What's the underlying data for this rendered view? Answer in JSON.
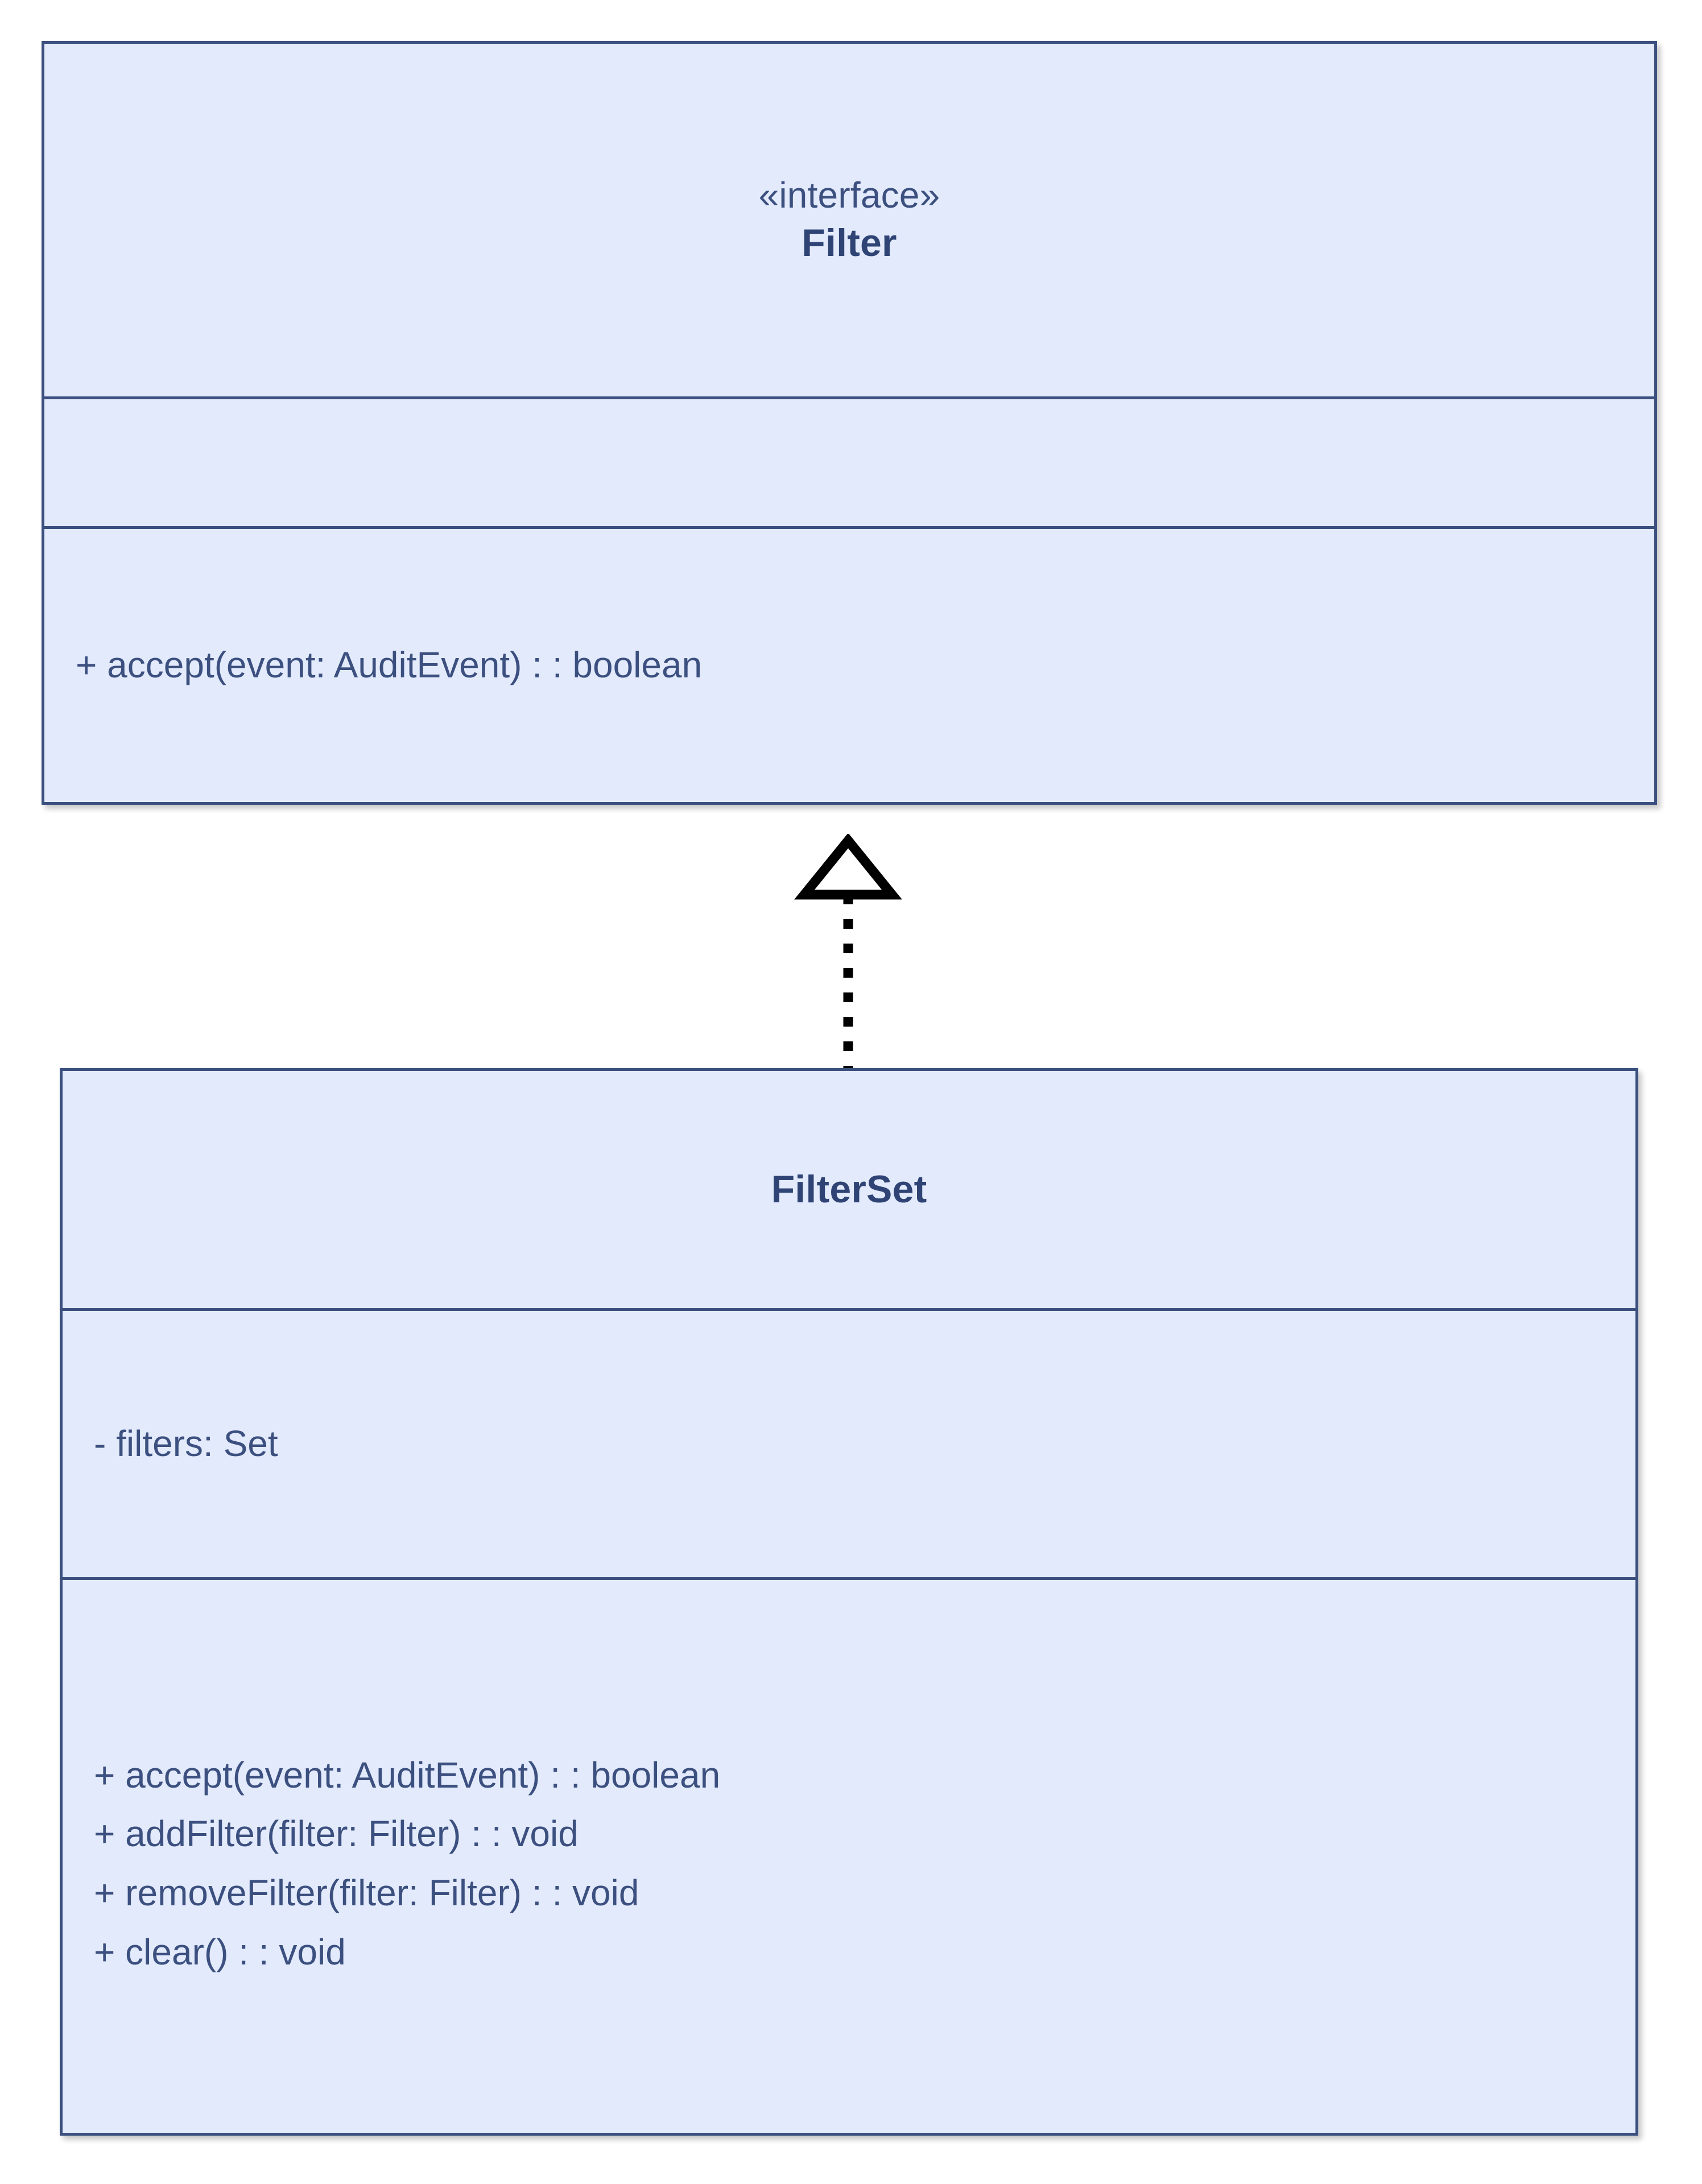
{
  "diagram": {
    "type": "uml-class-diagram",
    "title": "Filter / FilterSet realization",
    "colors": {
      "class_fill": "#e3eafb",
      "class_border": "#3c5080",
      "text": "#3c5080",
      "class_name_text": "#2f4475",
      "connector": "#000000",
      "background": "#ffffff"
    },
    "classes": [
      {
        "id": "filter",
        "stereotype": "«interface»",
        "name": "Filter",
        "attributes": [],
        "operations": [
          "+ accept(event: AuditEvent) : : boolean"
        ]
      },
      {
        "id": "filterset",
        "stereotype": "",
        "name": "FilterSet",
        "attributes": [
          "- filters: Set"
        ],
        "operations": [
          "+ accept(event: AuditEvent) : : boolean",
          "+ addFilter(filter: Filter) : : void",
          "+ removeFilter(filter: Filter) : : void",
          "+ clear() : : void"
        ]
      }
    ],
    "relationships": [
      {
        "kind": "realization",
        "source": "FilterSet",
        "target": "Filter",
        "line_style": "dotted",
        "arrow_head": "hollow-triangle",
        "label": ""
      }
    ]
  }
}
